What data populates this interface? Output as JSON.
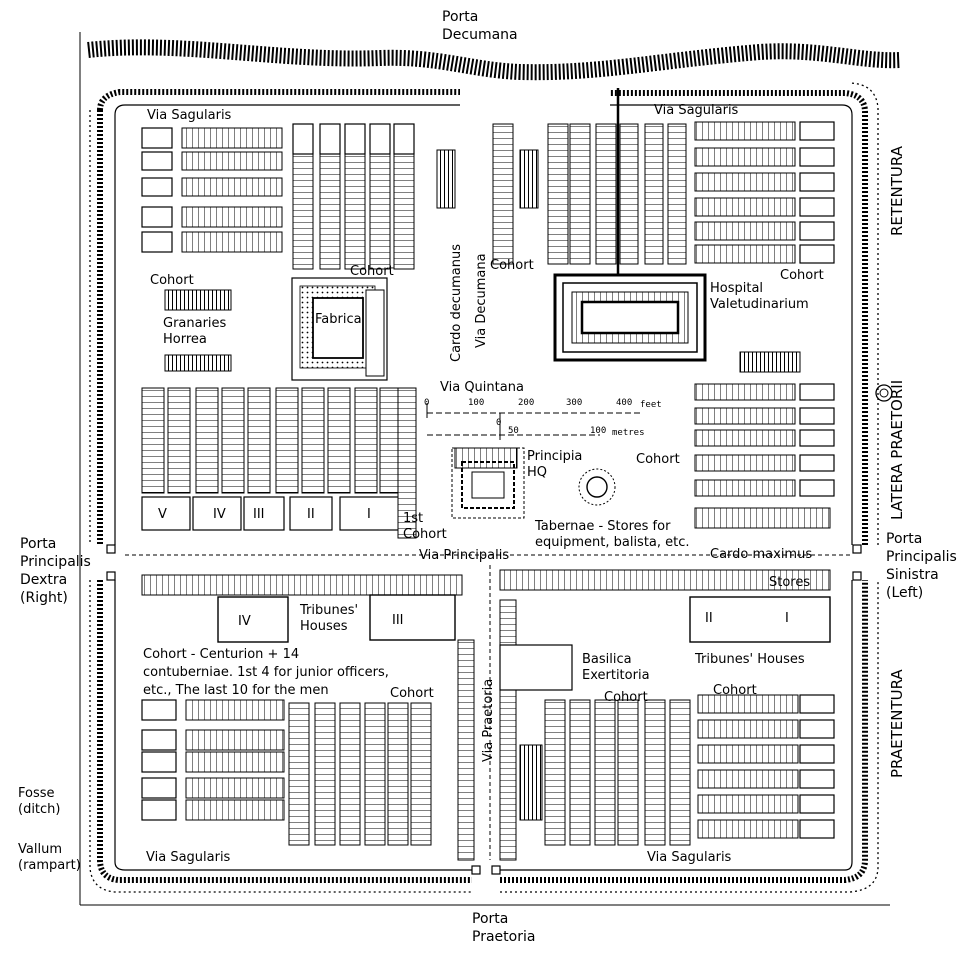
{
  "gates": {
    "decumana": "Porta\nDecumana",
    "praetoria": "Porta\nPraetoria",
    "principalis_dextra": "Porta\nPrincipalis\nDextra\n(Right)",
    "principalis_sinistra": "Porta\nPrincipalis\nSinistra\n(Left)"
  },
  "defences": {
    "fosse": "Fosse\n(ditch)",
    "vallum": "Vallum\n(rampart)"
  },
  "roads": {
    "via_sagularis": "Via Sagularis",
    "cardo_decumanus": "Cardo decumanus",
    "via_decumana": "Via Decumana",
    "via_quintana": "Via Quintana",
    "via_principalis": "Via Principalis",
    "cardo_maximus": "Cardo maximus",
    "via_praetoria": "Via Praetoria"
  },
  "zones": {
    "retentura": "RETENTURA",
    "latera_praetorii": "LATERA PRAETORII",
    "praetentura": "PRAETENTURA"
  },
  "buildings": {
    "cohort": "Cohort",
    "granaries": "Granaries\nHorrea",
    "fabrica": "Fabrica",
    "hospital": "Hospital\nValetudinarium",
    "principia": "Principia\nHQ",
    "first_cohort": "1st\nCohort",
    "tabernae": "Tabernae - Stores for\nequipment, balista, etc.",
    "stores": "Stores",
    "tribunes_houses": "Tribunes'\nHouses",
    "tribunes_houses_right": "Tribunes' Houses",
    "basilica": "Basilica\nExertitoria",
    "cohort_note": "Cohort - Centurion + 14\ncontuberniae. 1st 4 for junior officers,\netc., The last 10 for the men"
  },
  "cohort_numerals": {
    "v": "V",
    "iv": "IV",
    "iii": "III",
    "ii": "II",
    "i": "I",
    "tIV": "IV",
    "tIII": "III",
    "tII": "II",
    "tI": "I"
  },
  "scale": {
    "feet_ticks": [
      "0",
      "100",
      "200",
      "300",
      "400"
    ],
    "feet_unit": "feet",
    "metre_ticks": [
      "0",
      "50",
      "100"
    ],
    "metre_unit": "metres"
  },
  "colors": {
    "ink": "#000000",
    "paper": "#ffffff"
  }
}
